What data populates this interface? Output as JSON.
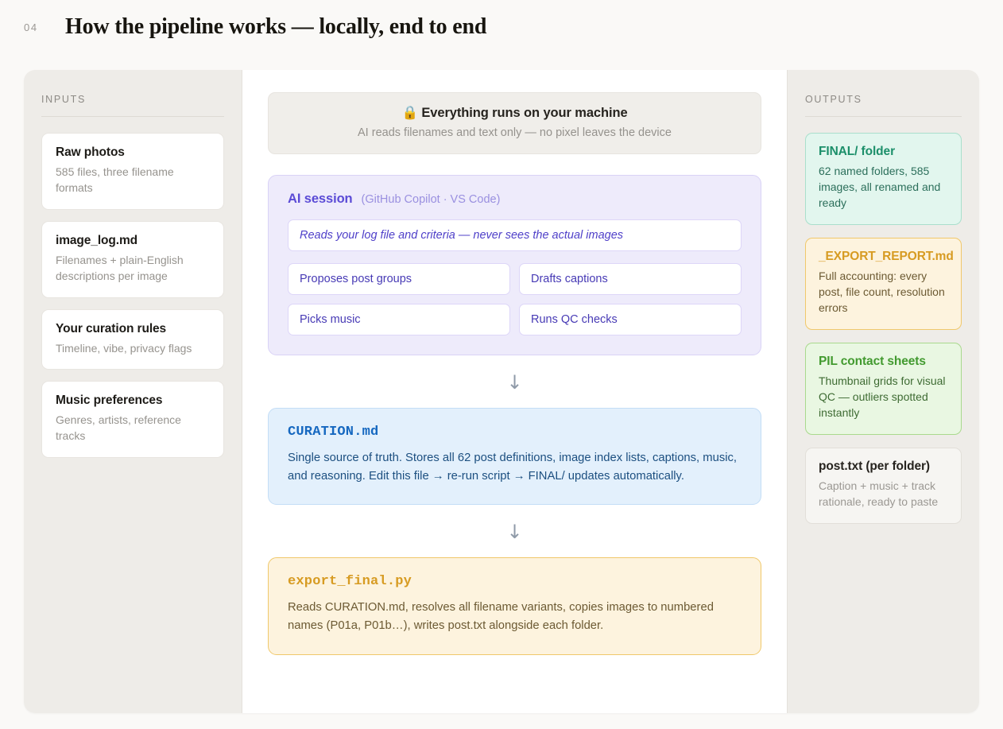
{
  "header": {
    "number": "04",
    "title": "How the pipeline works — locally, end to end"
  },
  "inputs": {
    "label": "INPUTS",
    "cards": [
      {
        "title": "Raw photos",
        "sub": "585 files, three filename formats"
      },
      {
        "title": "image_log.md",
        "sub": "Filenames + plain-English descriptions per image"
      },
      {
        "title": "Your curation rules",
        "sub": "Timeline, vibe, privacy flags"
      },
      {
        "title": "Music preferences",
        "sub": "Genres, artists, reference tracks"
      }
    ]
  },
  "center": {
    "banner": {
      "icon": "lock-icon",
      "icon_glyph": "🔒",
      "title": "Everything runs on your machine",
      "sub": "AI reads filenames and text only — no pixel leaves the device"
    },
    "ai_session": {
      "title": "AI session",
      "subtitle": "(GitHub Copilot · VS Code)",
      "prompt": "Reads your log file and criteria — never sees the actual images",
      "chips": [
        "Proposes post groups",
        "Drafts captions",
        "Picks music",
        "Runs QC checks"
      ]
    },
    "arrow_glyph": "↓",
    "steps": [
      {
        "title": "CURATION.md",
        "body": "Single source of truth. Stores all 62 post definitions, image index lists, captions, music, and reasoning. Edit this file → re-run script → FINAL/ updates automatically.",
        "tone": "blue"
      },
      {
        "title": "export_final.py",
        "body": "Reads CURATION.md, resolves all filename variants, copies images to numbered names (P01a, P01b…), writes post.txt alongside each folder.",
        "tone": "amber"
      }
    ]
  },
  "outputs": {
    "label": "OUTPUTS",
    "cards": [
      {
        "title": "FINAL/ folder",
        "sub": "62 named folders, 585 images, all renamed and ready",
        "tone": "teal"
      },
      {
        "title": "_EXPORT_REPORT.md",
        "sub": "Full accounting: every post, file count, resolution errors",
        "tone": "amber"
      },
      {
        "title": "PIL contact sheets",
        "sub": "Thumbnail grids for visual QC — outliers spotted instantly",
        "tone": "green"
      },
      {
        "title": "post.txt (per folder)",
        "sub": "Caption + music + track rationale, ready to paste",
        "tone": "plain"
      }
    ]
  },
  "colors": {
    "page_bg": "#faf9f7",
    "panel_bg": "#eeece8",
    "accent_purple": "#5b4bd6",
    "accent_blue": "#1668c0",
    "accent_amber": "#d79b22",
    "accent_teal": "#1c8f6a",
    "accent_green": "#429a2f"
  }
}
